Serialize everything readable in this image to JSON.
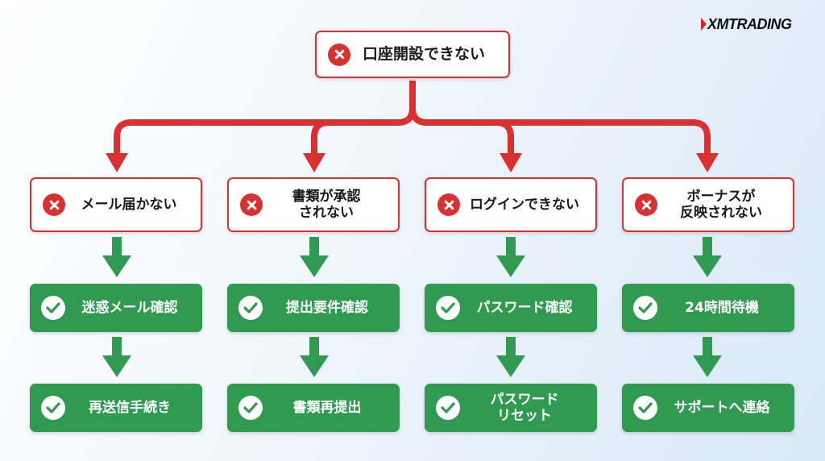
{
  "logo": {
    "text": "XMTRADING",
    "accent_color": "#d62828"
  },
  "colors": {
    "problem": "#d93030",
    "solution": "#2f9a50",
    "text_dark": "#1a1a1a"
  },
  "root": {
    "label": "口座開設できない",
    "icon": "x-circle-icon"
  },
  "columns": [
    {
      "problem": {
        "label": "メール届かない",
        "icon": "x-circle-icon"
      },
      "steps": [
        {
          "label": "迷惑メール確認",
          "icon": "check-circle-icon"
        },
        {
          "label": "再送信手続き",
          "icon": "check-circle-icon"
        }
      ]
    },
    {
      "problem": {
        "label": "書類が承認\nされない",
        "icon": "x-circle-icon"
      },
      "steps": [
        {
          "label": "提出要件確認",
          "icon": "check-circle-icon"
        },
        {
          "label": "書類再提出",
          "icon": "check-circle-icon"
        }
      ]
    },
    {
      "problem": {
        "label": "ログインできない",
        "icon": "x-circle-icon"
      },
      "steps": [
        {
          "label": "パスワード確認",
          "icon": "check-circle-icon"
        },
        {
          "label": "パスワード\nリセット",
          "icon": "check-circle-icon"
        }
      ]
    },
    {
      "problem": {
        "label": "ボーナスが\n反映されない",
        "icon": "x-circle-icon"
      },
      "steps": [
        {
          "label": "24時間待機",
          "icon": "check-circle-icon"
        },
        {
          "label": "サポートへ連絡",
          "icon": "check-circle-icon"
        }
      ]
    }
  ]
}
